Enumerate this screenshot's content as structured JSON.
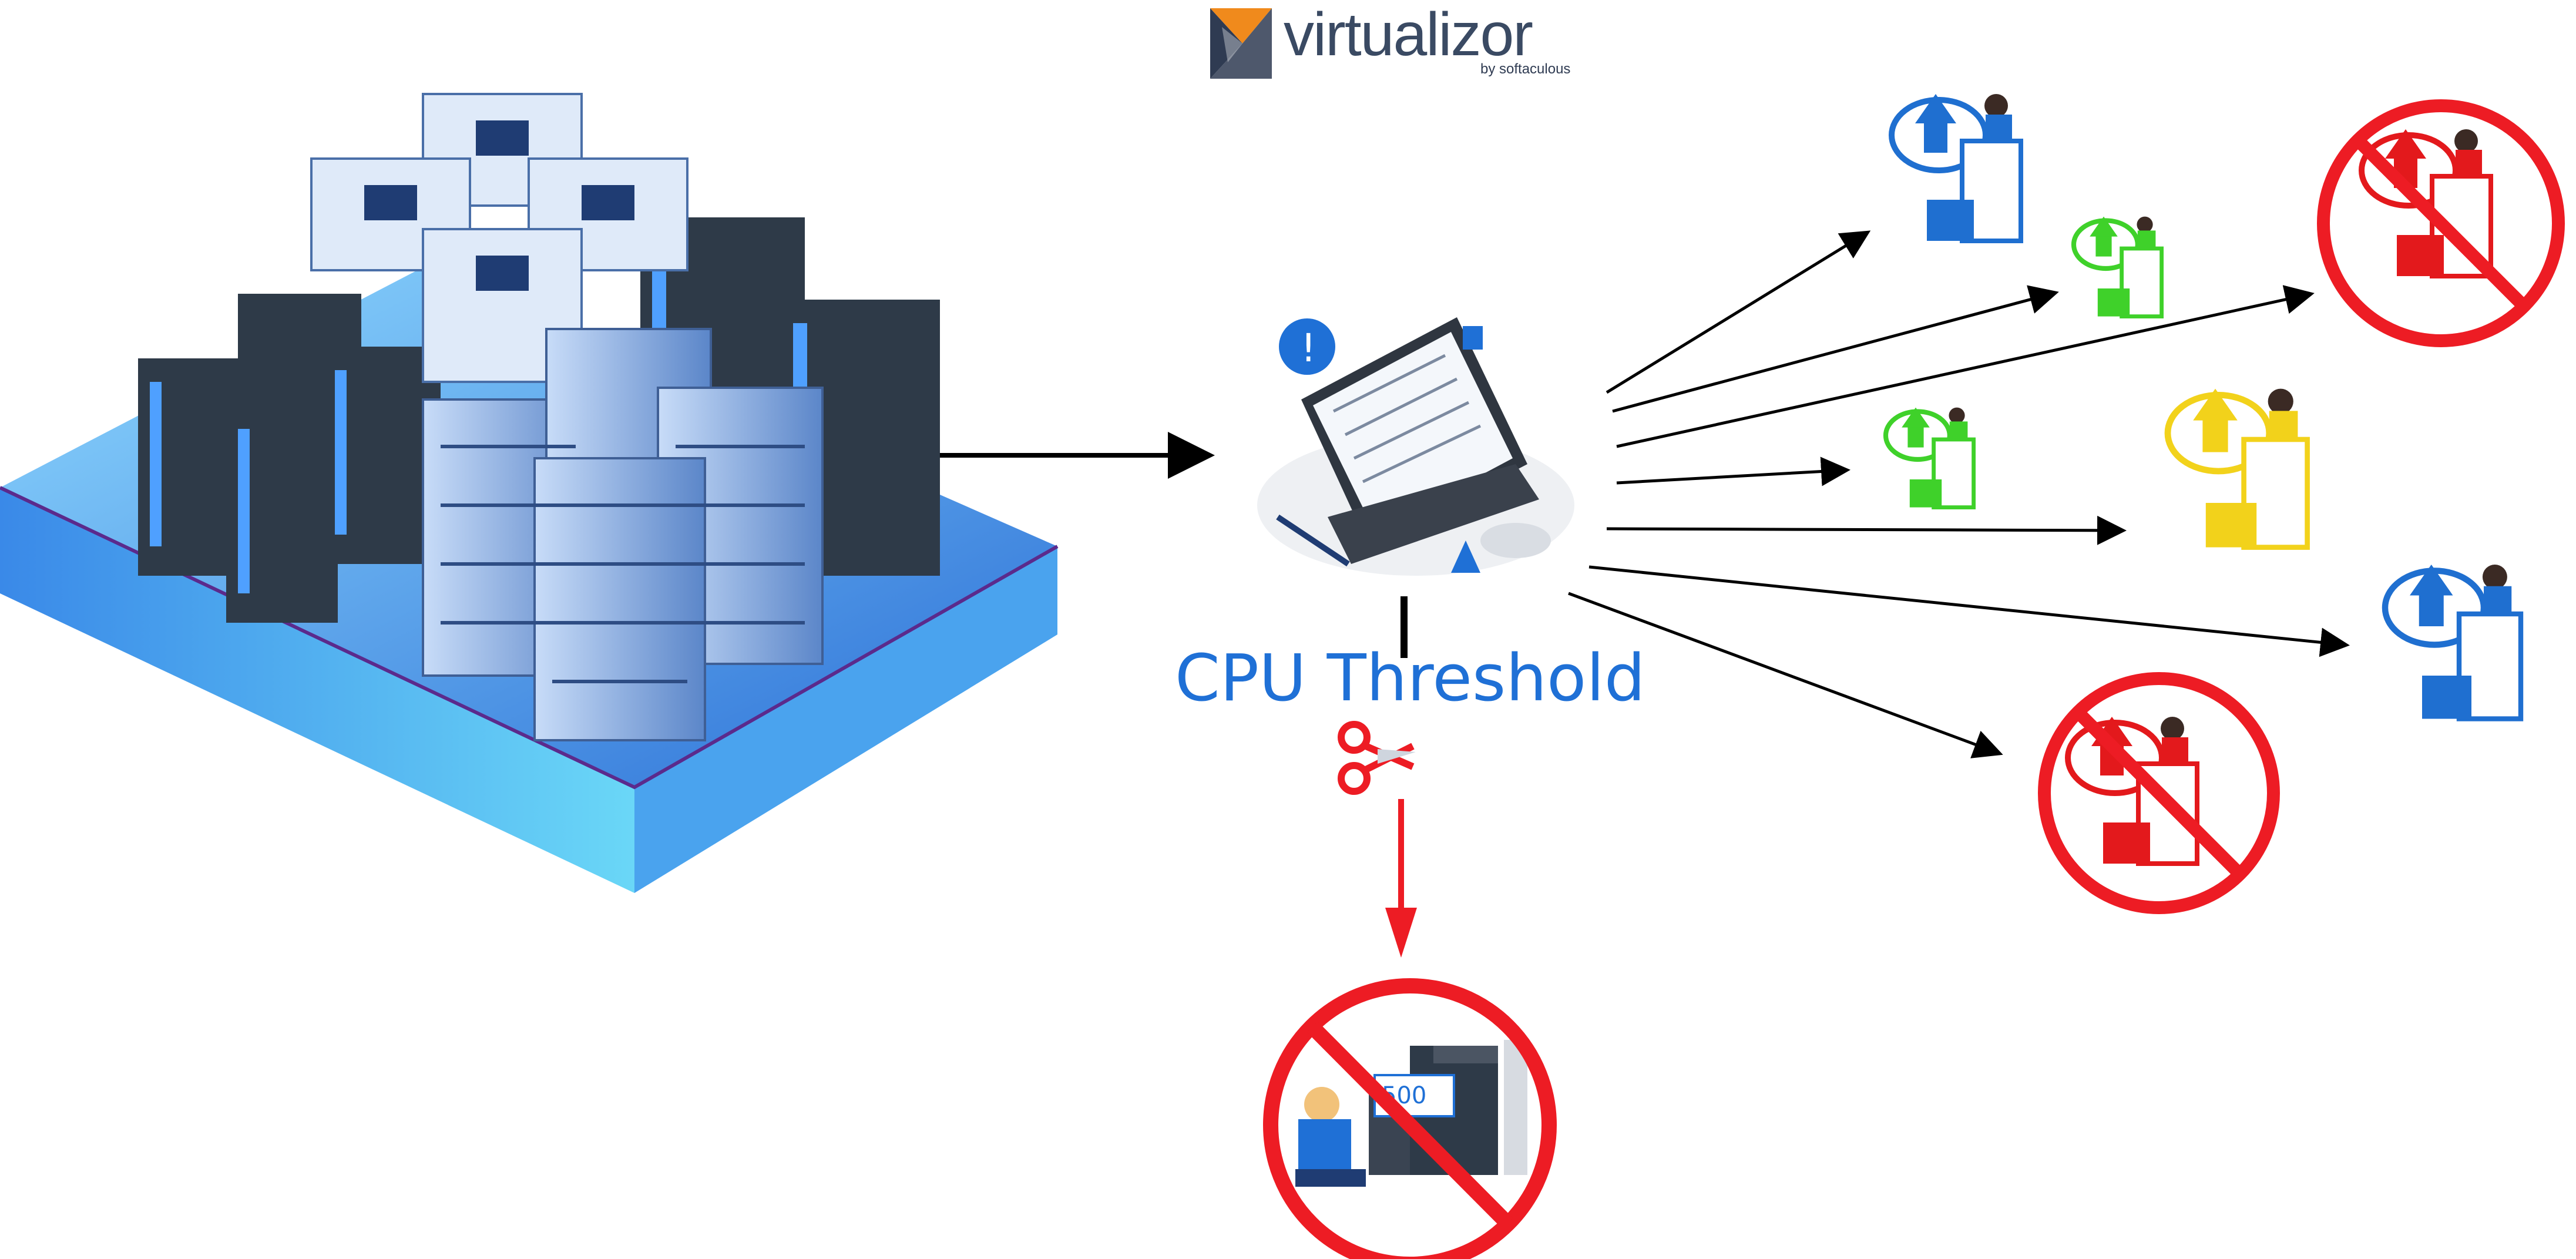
{
  "logo": {
    "wordmark": "virtualizor",
    "tagline": "by softaculous"
  },
  "threshold_label": "CPU Threshold",
  "colors": {
    "arrow_normal": "#000000",
    "arrow_cut": "#ed1c24",
    "threshold_text": "#1f70d6",
    "prohibited": "#ed1c24",
    "vps_blue": "#1f6fd0",
    "vps_green": "#3fd12a",
    "vps_yellow": "#f2d21b",
    "vps_red": "#e3191c"
  },
  "icons": {
    "source": "server-datacenter-icon",
    "controller": "laptop-control-panel-icon",
    "cut": "scissors-icon",
    "blocked_host": "overloaded-server-prohibited-icon",
    "vps": "cloud-upload-vps-icon",
    "prohibited": "prohibited-sign-icon"
  }
}
